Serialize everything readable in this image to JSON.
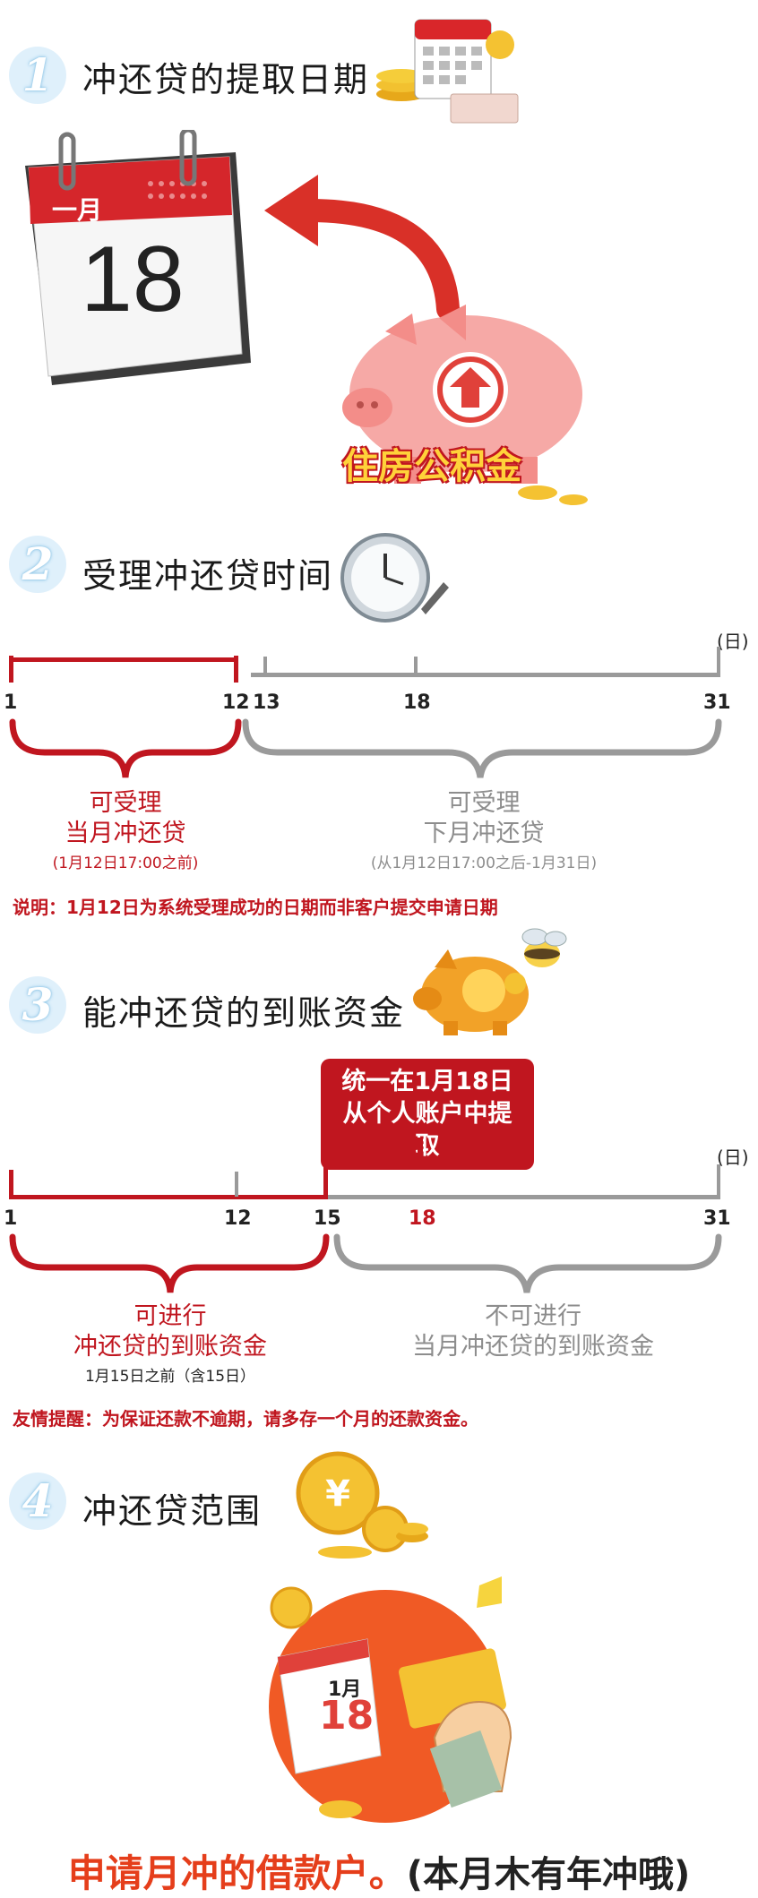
{
  "sections": [
    {
      "num": "1",
      "title": "冲还贷的提取日期"
    },
    {
      "num": "2",
      "title": "受理冲还贷时间"
    },
    {
      "num": "3",
      "title": "能冲还贷的到账资金"
    },
    {
      "num": "4",
      "title": "冲还贷范围"
    }
  ],
  "calendar": {
    "month": "一月",
    "day": "18"
  },
  "piggy": {
    "label": "住房公积金"
  },
  "timeline1": {
    "unit": "(日)",
    "ticks": [
      "1",
      "12",
      "13",
      "18",
      "31"
    ],
    "left": {
      "line1": "可受理",
      "line2": "当月冲还贷",
      "sub": "(1月12日17:00之前)"
    },
    "right": {
      "line1": "可受理",
      "line2": "下月冲还贷",
      "sub": "(从1月12日17:00之后-1月31日)"
    },
    "note": "说明：1月12日为系统受理成功的日期而非客户提交申请日期"
  },
  "timeline2": {
    "unit": "(日)",
    "callout1": "统一在1月18日",
    "callout2": "从个人账户中提取",
    "ticks": [
      "1",
      "12",
      "15",
      "18",
      "31"
    ],
    "left": {
      "line1": "可进行",
      "line2": "冲还贷的到账资金",
      "sub": "1月15日之前（含15日）"
    },
    "right": {
      "line1": "不可进行",
      "line2": "当月冲还贷的到账资金"
    },
    "note": "友情提醒：为保证还款不逾期，请多存一个月的还款资金。"
  },
  "final_card": {
    "month": "1月",
    "day": "18"
  },
  "final": {
    "main": "申请月冲的借款户。",
    "paren": "(本月木有年冲哦)"
  },
  "colors": {
    "red": "#c0161f",
    "gray": "#9a9a9a",
    "orange": "#e53e1b",
    "pink": "#f6a9a6"
  }
}
